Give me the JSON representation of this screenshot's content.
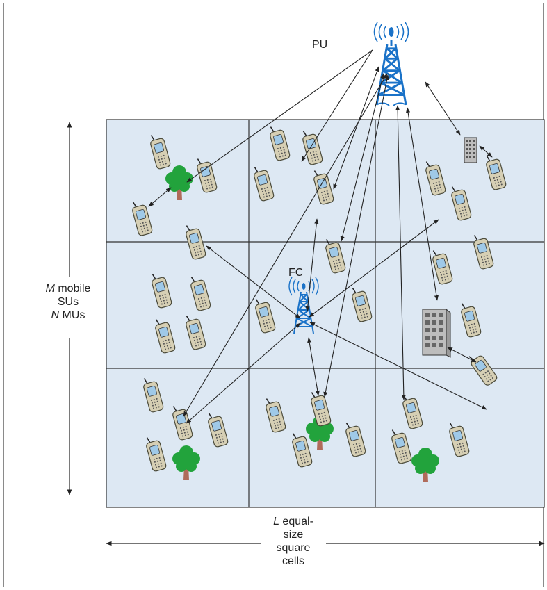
{
  "labels": {
    "pu": "PU",
    "fc": "FC",
    "left_var": "M",
    "left_line1_rest": " mobile",
    "left_line2": "SUs",
    "left_var2": "N",
    "left_line3_rest": " MUs",
    "bottom_var": "L",
    "bottom_line1_rest": " equal-",
    "bottom_line2": "size",
    "bottom_line3": "square",
    "bottom_line4": "cells"
  },
  "grid": {
    "rows": 3,
    "cols": 3
  },
  "colors": {
    "cell_fill": "#dde8f3",
    "grid_line": "#333333",
    "tower": "#1a72c8",
    "phone_body": "#d6cfb4",
    "phone_screen": "#9fc9e8",
    "tree_leaves": "#22a33c",
    "tree_trunk": "#b06b5a",
    "building": "#bdbdbd",
    "arrow": "#222222"
  },
  "icons": [
    "tower-icon",
    "mobile-phone-icon",
    "tree-icon",
    "building-icon"
  ]
}
